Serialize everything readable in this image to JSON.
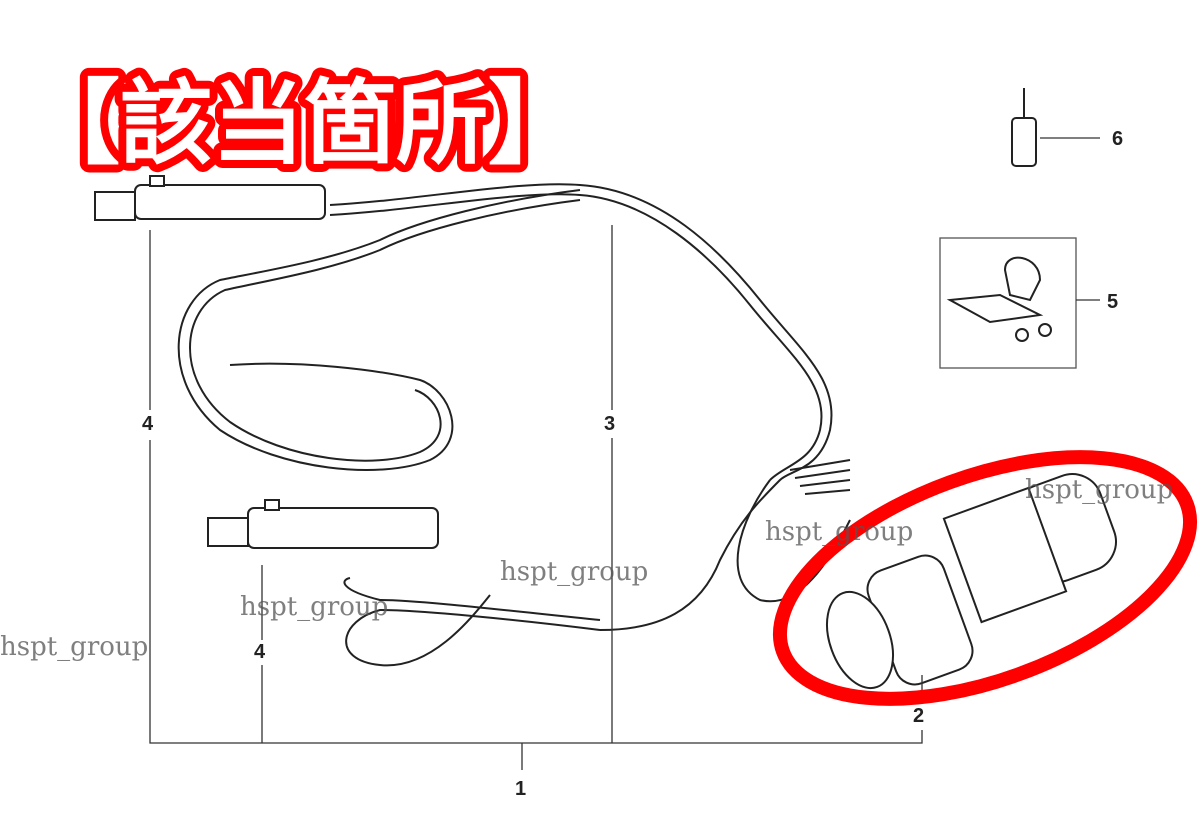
{
  "title": "【該当箇所】",
  "callouts": [
    "1",
    "2",
    "3",
    "4",
    "4",
    "5",
    "6"
  ],
  "watermark": "hspt_group",
  "highlight_color": "#ff0000"
}
